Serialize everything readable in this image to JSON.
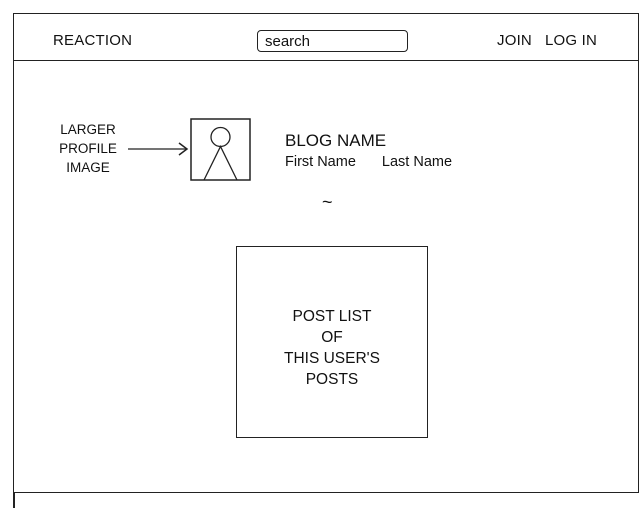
{
  "header": {
    "brand": "REACTION",
    "search_value": "search",
    "join_label": "JOIN",
    "login_label": "LOG IN"
  },
  "annotation": {
    "line1": "LARGER",
    "line2": "PROFILE",
    "line3": "IMAGE"
  },
  "profile": {
    "avatar_icon": "user-silhouette-icon",
    "blog_name": "BLOG NAME",
    "first_name": "First Name",
    "last_name": "Last Name",
    "divider": "~"
  },
  "post_list": {
    "line1": "POST LIST",
    "line2": "OF",
    "line3": "THIS USER'S",
    "line4": "POSTS"
  }
}
